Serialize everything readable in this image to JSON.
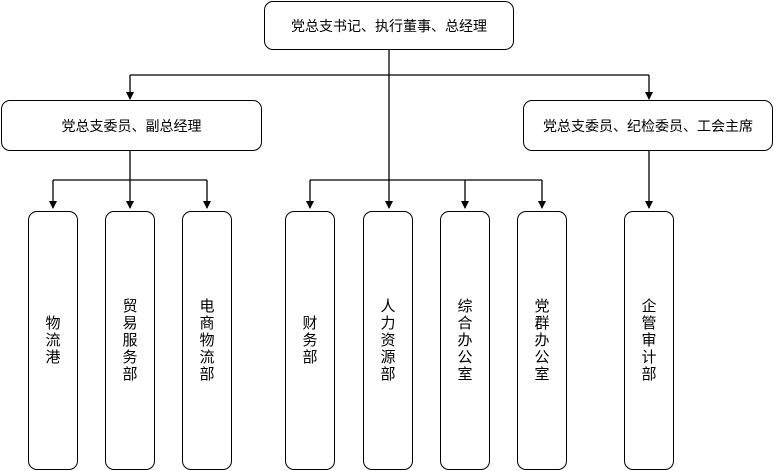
{
  "chart_data": {
    "type": "org-chart",
    "root": "党总支书记、执行董事、总经理",
    "branches": [
      {
        "label": "党总支委员、副总经理",
        "departments": [
          "物流港",
          "贸易服务部",
          "电商物流部"
        ]
      },
      {
        "label": "",
        "departments": [
          "财务部",
          "人力资源部",
          "综合办公室",
          "党群办公室"
        ]
      },
      {
        "label": "党总支委员、纪检委员、工会主席",
        "departments": [
          "企管审计部"
        ]
      }
    ]
  },
  "colors": {
    "line": "#000000",
    "box_border": "#000000",
    "background": "#ffffff"
  }
}
